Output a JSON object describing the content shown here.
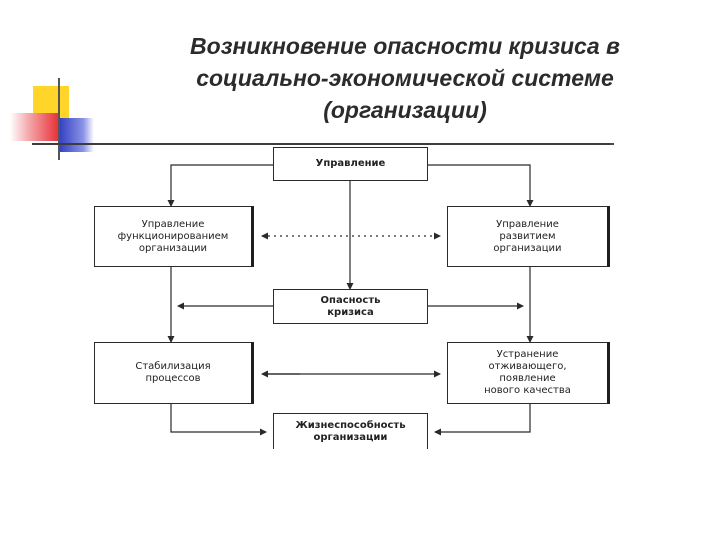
{
  "title": {
    "line1": "Возникновение опасности кризиса в",
    "line2": "социально-экономической системе",
    "line3": "(организации)"
  },
  "diagram": {
    "boxes": {
      "management": "Управление",
      "func_mgmt": [
        "Управление",
        "функционированием",
        "организации"
      ],
      "dev_mgmt": [
        "Управление",
        "развитием",
        "организации"
      ],
      "crisis_danger": [
        "Опасность",
        "кризиса"
      ],
      "stabilization": [
        "Стабилизация",
        "процессов"
      ],
      "elimination": [
        "Устранение",
        "отживающего,",
        "появление",
        "нового качества"
      ],
      "viability": [
        "Жизнеспособность",
        "организации"
      ]
    }
  },
  "colors": {
    "deco_yellow": "#ffd52a",
    "deco_red": "#e8333a",
    "deco_blue": "#2d3bc0",
    "line": "#2a2a2a"
  }
}
